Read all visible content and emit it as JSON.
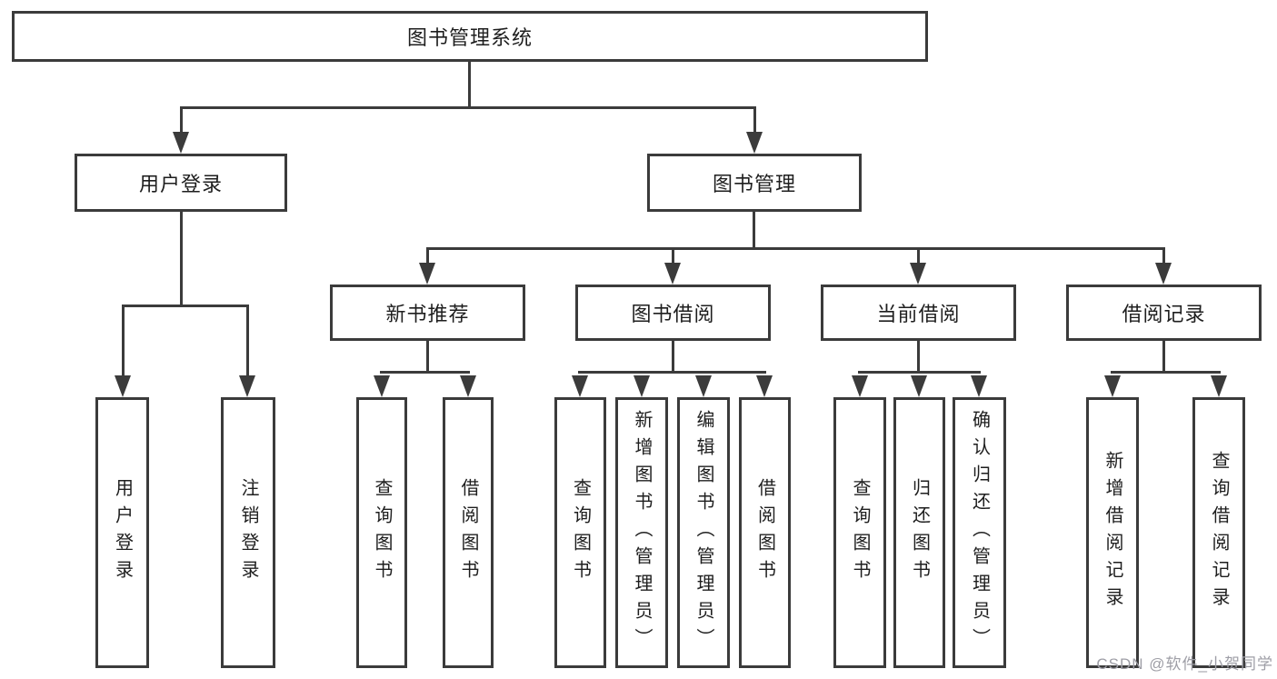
{
  "tree": {
    "label": "图书管理系统",
    "children": [
      {
        "label": "用户登录",
        "children": [
          {
            "label": "用户登录"
          },
          {
            "label": "注销登录"
          }
        ]
      },
      {
        "label": "图书管理",
        "children": [
          {
            "label": "新书推荐",
            "children": [
              {
                "label": "查询图书"
              },
              {
                "label": "借阅图书"
              }
            ]
          },
          {
            "label": "图书借阅",
            "children": [
              {
                "label": "查询图书"
              },
              {
                "label": "新增图书（管理员）"
              },
              {
                "label": "编辑图书（管理员）"
              },
              {
                "label": "借阅图书"
              }
            ]
          },
          {
            "label": "当前借阅",
            "children": [
              {
                "label": "查询图书"
              },
              {
                "label": "归还图书"
              },
              {
                "label": "确认归还（管理员）"
              }
            ]
          },
          {
            "label": "借阅记录",
            "children": [
              {
                "label": "新增借阅记录"
              },
              {
                "label": "查询借阅记录"
              }
            ]
          }
        ]
      }
    ]
  },
  "watermark": {
    "text": "CSDN @软件_小贺同学"
  },
  "colors": {
    "line": "#3b3b3b",
    "text": "#1e1e1e",
    "background": "#ffffff",
    "watermark": "#9e9ea6"
  }
}
